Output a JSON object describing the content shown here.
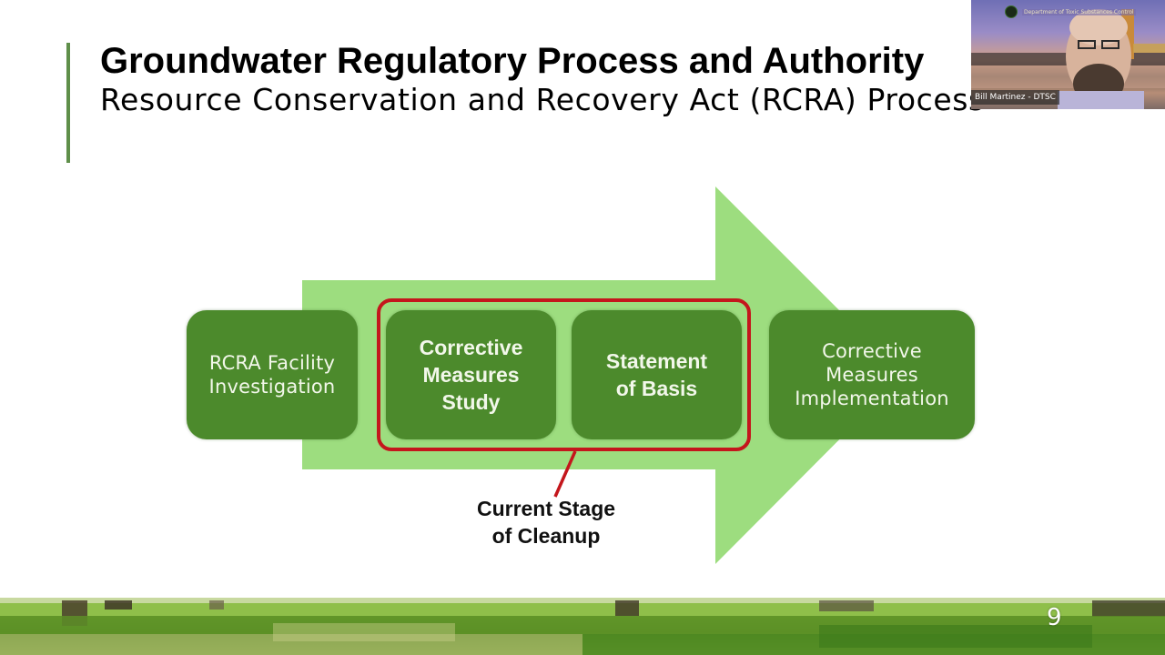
{
  "slide": {
    "title": "Groundwater Regulatory Process and Authority",
    "subtitle": "Resource Conservation and Recovery Act (RCRA) Process",
    "page_number": "9"
  },
  "diagram": {
    "steps": [
      {
        "label": "RCRA Facility\nInvestigation",
        "current": false
      },
      {
        "label": "Corrective\nMeasures\nStudy",
        "current": true
      },
      {
        "label": "Statement\nof Basis",
        "current": true
      },
      {
        "label": "Corrective\nMeasures\nImplementation",
        "current": false
      }
    ],
    "callout": "Current Stage\nof Cleanup",
    "colors": {
      "arrow": "#9ddd7f",
      "box": "#4c8a2c",
      "highlight": "#c4161c",
      "accent": "#5f8f4a"
    }
  },
  "video": {
    "participant_name": "Bill Martinez - DTSC",
    "organization": "Department of Toxic Substances Control"
  }
}
